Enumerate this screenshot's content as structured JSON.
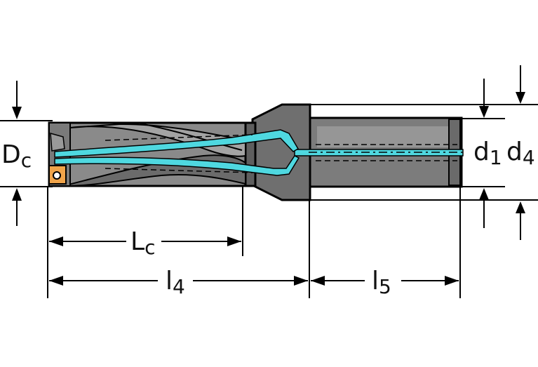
{
  "drawing": {
    "colors": {
      "body": "#7f7f7f",
      "body_dark": "#5e5e5e",
      "body_light": "#9a9a9a",
      "coolant": "#4fd8e0",
      "insert": "#f0a44a",
      "line": "#000000"
    },
    "labels": {
      "dc_main": "D",
      "dc_sub": "c",
      "d1_main": "d",
      "d1_sub": "1",
      "d4_main": "d",
      "d4_sub": "4",
      "lc_main": "L",
      "lc_sub": "c",
      "l4_main": "l",
      "l4_sub": "4",
      "l5_main": "l",
      "l5_sub": "5"
    }
  }
}
